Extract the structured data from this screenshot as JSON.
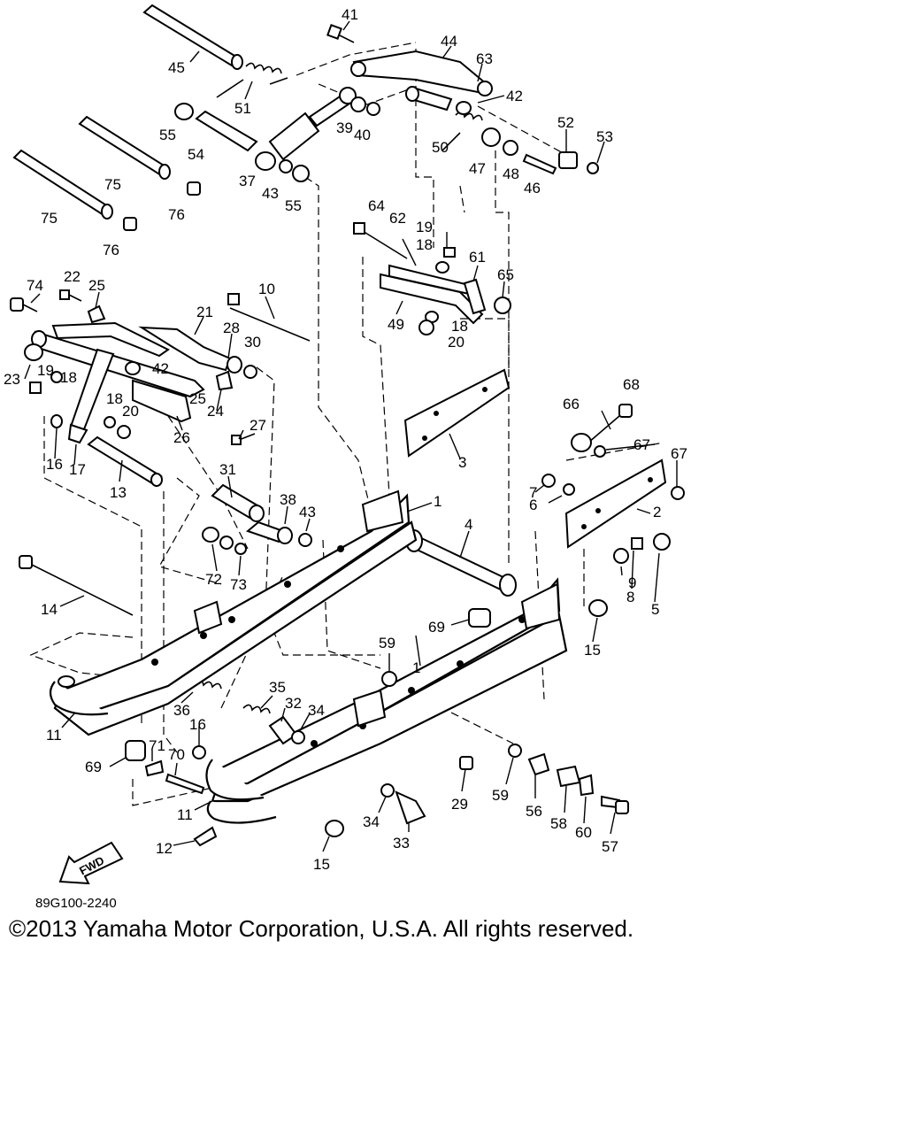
{
  "diagram": {
    "drawing_code": "89G100-2240",
    "copyright": "©2013 Yamaha Motor Corporation, U.S.A. All rights reserved.",
    "direction_arrow": "FWD",
    "part_callouts": [
      "41",
      "44",
      "63",
      "45",
      "51",
      "42",
      "55",
      "54",
      "39",
      "40",
      "52",
      "53",
      "50",
      "75",
      "37",
      "43",
      "55",
      "47",
      "48",
      "46",
      "76",
      "75",
      "76",
      "64",
      "62",
      "19",
      "18",
      "61",
      "65",
      "74",
      "22",
      "25",
      "10",
      "21",
      "28",
      "30",
      "49",
      "18",
      "20",
      "23",
      "19",
      "18",
      "42",
      "25",
      "24",
      "18",
      "20",
      "26",
      "27",
      "68",
      "66",
      "67",
      "67",
      "16",
      "17",
      "13",
      "31",
      "3",
      "7",
      "6",
      "2",
      "38",
      "43",
      "1",
      "4",
      "72",
      "73",
      "9",
      "8",
      "5",
      "14",
      "69",
      "59",
      "15",
      "1",
      "11",
      "36",
      "35",
      "32",
      "34",
      "16",
      "69",
      "71",
      "70",
      "29",
      "59",
      "56",
      "11",
      "34",
      "33",
      "58",
      "60",
      "57",
      "12",
      "15"
    ]
  }
}
